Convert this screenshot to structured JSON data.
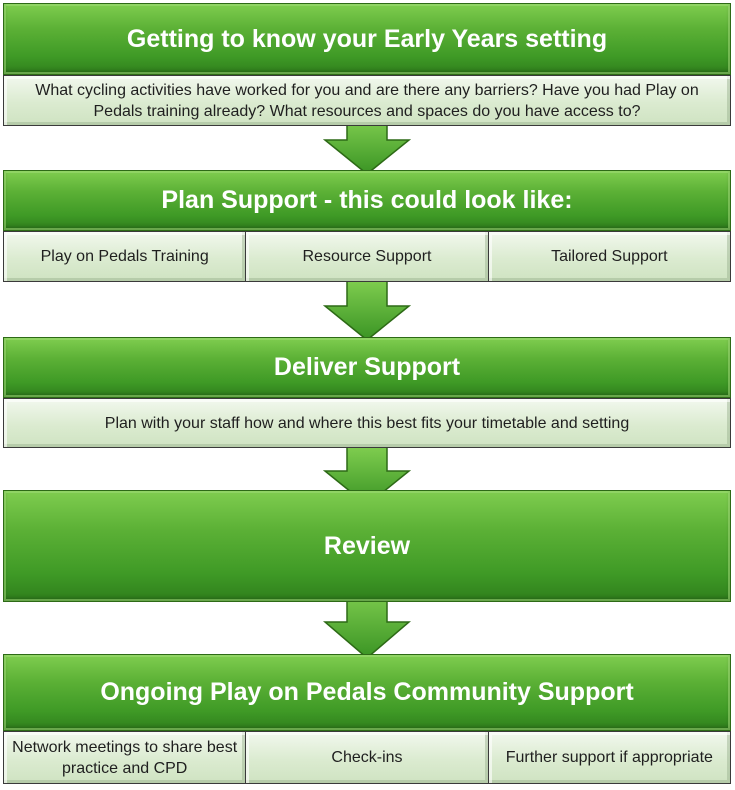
{
  "steps": [
    {
      "title": "Getting to know your Early Years setting",
      "details": [
        "What cycling activities have worked for you and are there any barriers? Have you had Play on Pedals training already? What resources and spaces do you have access to?"
      ]
    },
    {
      "title": "Plan Support - this could look like:",
      "details": [
        "Play on Pedals Training",
        "Resource Support",
        "Tailored Support"
      ]
    },
    {
      "title": "Deliver Support",
      "details": [
        "Plan with your staff how and where this best fits your timetable and setting"
      ]
    },
    {
      "title": "Review",
      "details": []
    },
    {
      "title": "Ongoing Play on Pedals Community Support",
      "details": [
        "Network meetings to share best practice and CPD",
        "Check-ins",
        "Further support if appropriate"
      ]
    }
  ],
  "colors": {
    "header_green": "#4fa82f",
    "detail_fill": "#dbebd0",
    "header_text": "#ffffff"
  }
}
